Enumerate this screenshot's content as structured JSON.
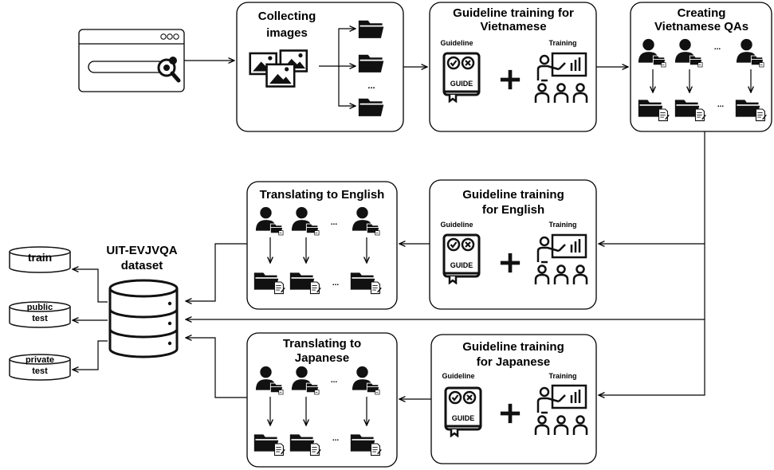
{
  "top": {
    "collecting": {
      "line1": "Collecting",
      "line2": "images",
      "ellipsis": "..."
    },
    "guideline_vi": {
      "line1": "Guideline training for",
      "line2": "Vietnamese",
      "label_guideline": "Guideline",
      "label_training": "Training",
      "guide_text": "GUIDE"
    },
    "creating": {
      "line1": "Creating",
      "line2": "Vietnamese QAs",
      "ellipsis": "..."
    }
  },
  "middle": {
    "translate_en": {
      "line1": "Translating to English",
      "ellipsis": "..."
    },
    "guideline_en": {
      "line1": "Guideline training",
      "line2": "for English",
      "label_guideline": "Guideline",
      "label_training": "Training",
      "guide_text": "GUIDE"
    }
  },
  "bottom": {
    "translate_ja": {
      "line1": "Translating to",
      "line2": "Japanese",
      "ellipsis": "..."
    },
    "guideline_ja": {
      "line1": "Guideline training",
      "line2": "for Japanese",
      "label_guideline": "Guideline",
      "label_training": "Training",
      "guide_text": "GUIDE"
    }
  },
  "dataset": {
    "line1": "UIT-EVJVQA",
    "line2": "dataset"
  },
  "splits": {
    "train": "train",
    "public": {
      "line1": "public",
      "line2": "test"
    },
    "private": {
      "line1": "private",
      "line2": "test"
    }
  }
}
